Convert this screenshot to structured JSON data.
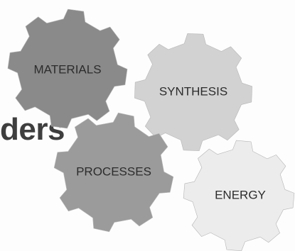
{
  "heading_text": "ders",
  "gears": [
    {
      "id": "materials",
      "label": "MATERIALS",
      "color": "#8a8a8a"
    },
    {
      "id": "synthesis",
      "label": "SYNTHESIS",
      "color": "#d2d2d2"
    },
    {
      "id": "processes",
      "label": "PROCESSES",
      "color": "#9b9b9b"
    },
    {
      "id": "energy",
      "label": "ENERGY",
      "color": "#ececec"
    }
  ]
}
